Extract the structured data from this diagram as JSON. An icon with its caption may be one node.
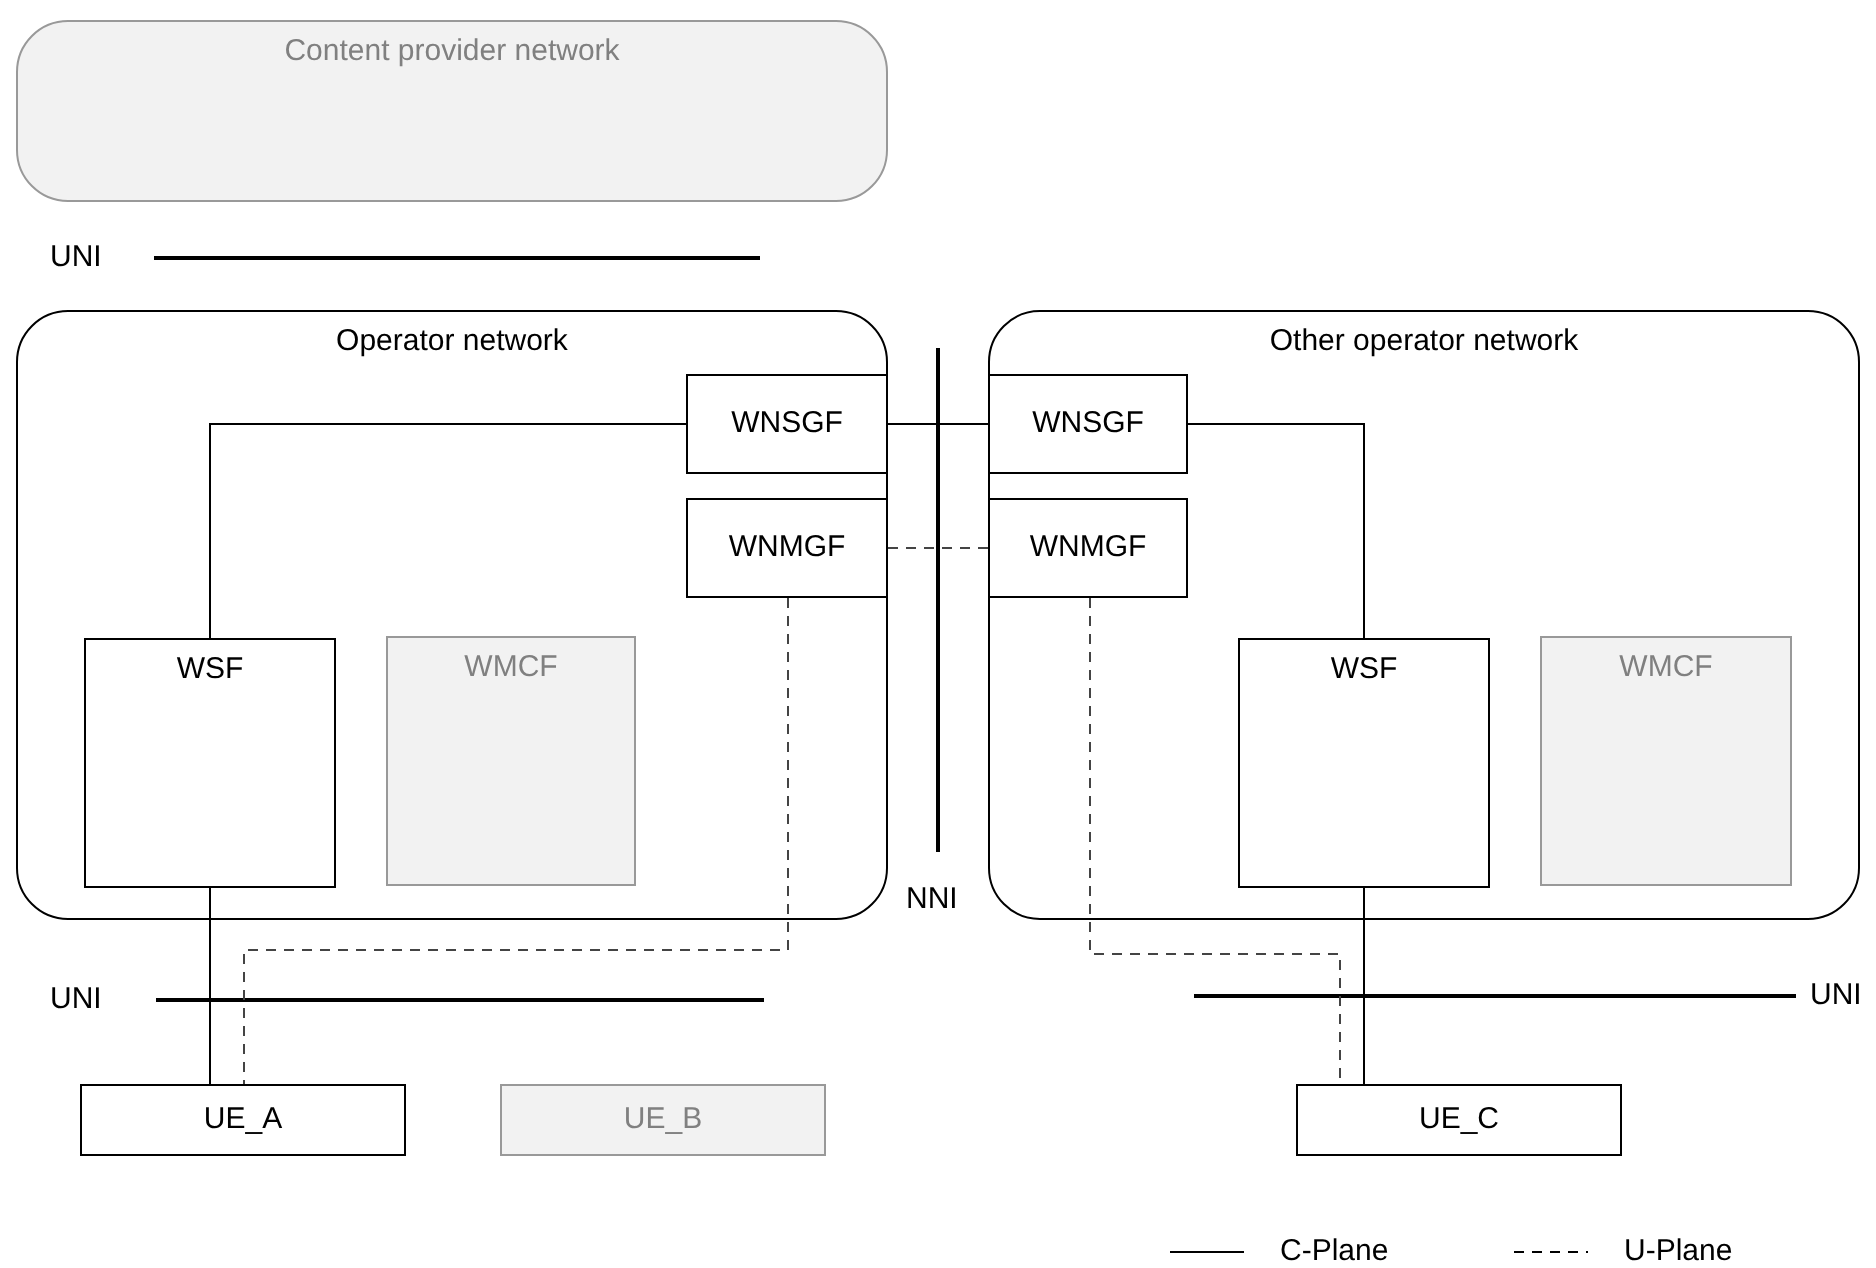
{
  "diagram": {
    "nodes": [
      {
        "text": [
          "Content provider network"
        ]
      },
      {
        "text": [
          "Operator network"
        ]
      },
      {
        "text": [
          "WNSGF"
        ],
        "in": 1
      },
      {
        "text": [
          "WNMGF"
        ],
        "in": 1
      },
      {
        "text": [
          "WSF"
        ],
        "in": 1
      },
      {
        "text": [
          "WMCF"
        ],
        "in": 1
      },
      {
        "text": [
          "Other operator network"
        ]
      },
      {
        "text": [
          "WNSGF"
        ],
        "in": 6
      },
      {
        "text": [
          "WNMGF"
        ],
        "in": 6
      },
      {
        "text": [
          "WSF"
        ],
        "in": 6
      },
      {
        "text": [
          "WMCF"
        ],
        "in": 6
      },
      {
        "text": [
          "UE_A"
        ]
      },
      {
        "text": [
          "UE_B"
        ]
      },
      {
        "text": [
          "UE_C"
        ]
      }
    ],
    "edges": [
      {
        "from": 4,
        "to": 2,
        "arrow": "none"
      },
      {
        "from": 2,
        "to": 7,
        "arrow": "none"
      },
      {
        "from": 3,
        "to": 8,
        "arrow": "none",
        "style": "dashed"
      },
      {
        "from": 7,
        "to": 9,
        "arrow": "none"
      },
      {
        "from": 4,
        "to": 11,
        "arrow": "none"
      },
      {
        "from": 3,
        "to": 11,
        "arrow": "none",
        "style": "dashed"
      },
      {
        "from": 8,
        "to": 13,
        "arrow": "none",
        "style": "dashed"
      },
      {
        "from": 9,
        "to": 13,
        "arrow": "none"
      }
    ],
    "labels": [
      "UNI",
      "NNI",
      "UNI",
      "UNI"
    ],
    "legend": [
      {
        "text": "C-Plane"
      },
      {
        "text": "U-Plane"
      }
    ]
  }
}
